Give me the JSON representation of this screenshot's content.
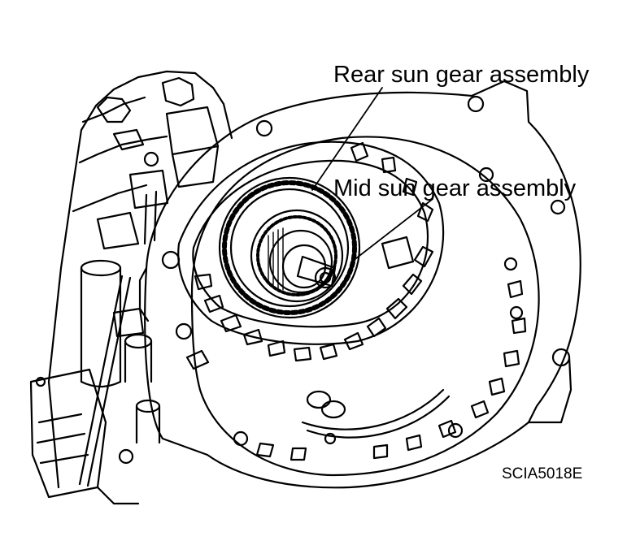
{
  "figure": {
    "callouts": [
      {
        "id": "rear",
        "label": "Rear sun gear assembly"
      },
      {
        "id": "mid",
        "label": "Mid sun gear assembly"
      }
    ],
    "figure_id": "SCIA5018E",
    "line_color": "#000000",
    "background": "#ffffff"
  }
}
